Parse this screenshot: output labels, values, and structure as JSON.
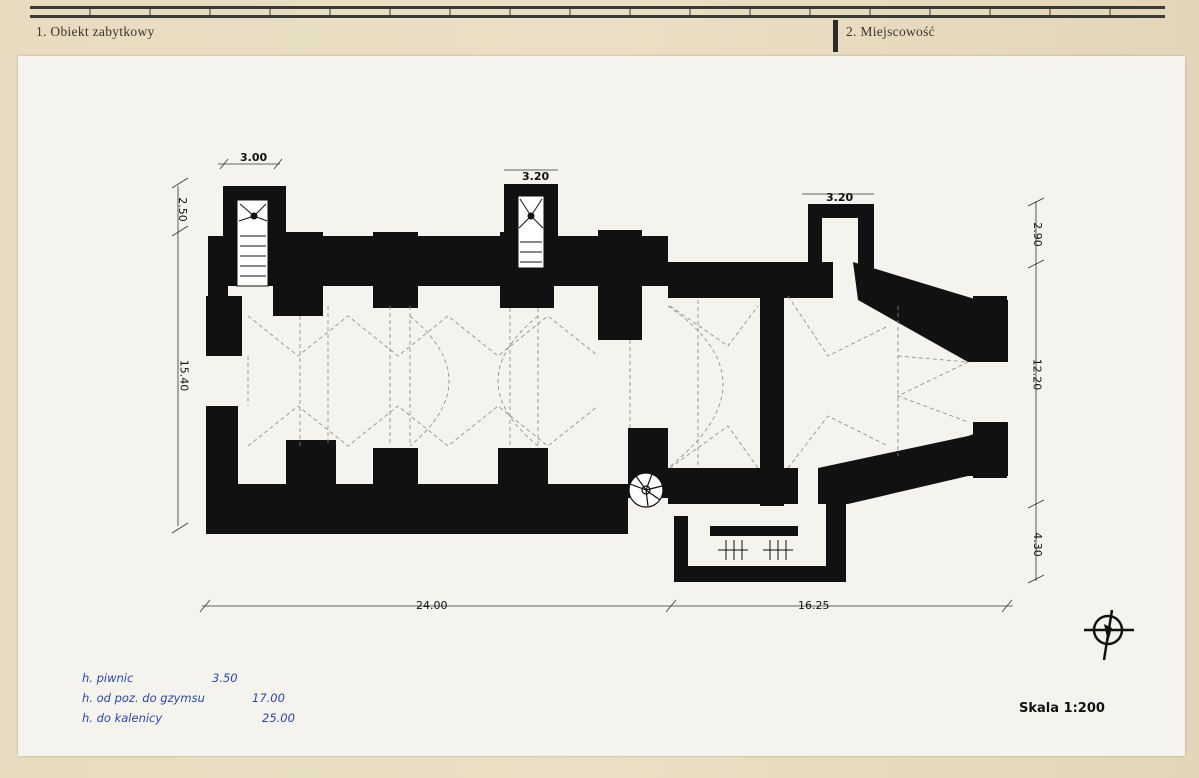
{
  "header": {
    "field_1": "1. Obiekt zabytkowy",
    "field_2": "2. Miejscowość"
  },
  "dimensions": {
    "tower_left_width": "3.00",
    "tower_mid_width": "3.20",
    "tower_right_width": "3.20",
    "left_tower_depth": "2.50",
    "nave_width": "15.40",
    "chancel_annex_depth": "2.90",
    "chancel_width": "12.20",
    "sacristy_depth": "4.30",
    "nave_length": "24.00",
    "chancel_length": "16.25"
  },
  "notes": [
    {
      "label": "h. piwnic",
      "value": "3.50"
    },
    {
      "label": "h. od poz. do gzymsu",
      "value": "17.00"
    },
    {
      "label": "h. do kalenicy",
      "value": "25.00"
    }
  ],
  "scale": "Skala 1:200",
  "colors": {
    "ink": "#111111",
    "notes_ink": "#2a47a8",
    "sheet": "#f5f3ed",
    "card": "#e7dcc0"
  },
  "icons": {
    "north_arrow": "north-arrow-icon"
  }
}
